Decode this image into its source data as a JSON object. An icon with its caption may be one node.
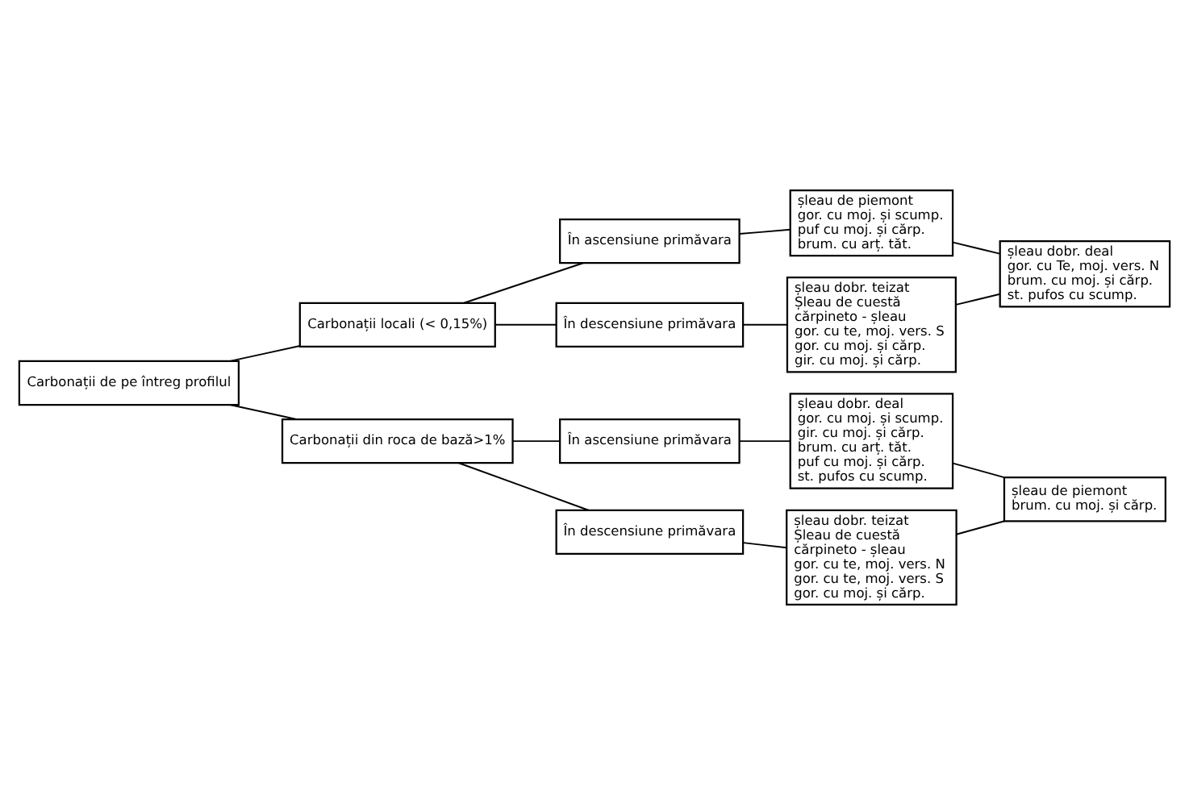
{
  "diagram": {
    "nodes": [
      {
        "text": [
          "Carbonații de pe întreg profilul"
        ]
      },
      {
        "text": [
          "Carbonații locali (< 0,15%)"
        ]
      },
      {
        "text": [
          "În ascensiune primăvara"
        ]
      },
      {
        "text": [
          "În descensiune primăvara"
        ]
      },
      {
        "text": [
          "șleau de piemont",
          "gor. cu moj. și scump.",
          "puf cu moj. și cărp.",
          "brum. cu arț. tăt."
        ]
      },
      {
        "text": [
          "șleau dobr. teizat",
          "Șleau de cuestă",
          "cărpineto - șleau",
          "gor. cu te, moj. vers. S",
          "gor. cu moj. și cărp.",
          "gir. cu moj. și cărp."
        ]
      },
      {
        "text": [
          "șleau dobr. deal",
          "gor. cu Te, moj. vers. N",
          "brum. cu moj. și cărp.",
          "st. pufos cu scump."
        ]
      },
      {
        "text": [
          "Carbonații din roca de bază>1%"
        ]
      },
      {
        "text": [
          "În ascensiune primăvara"
        ]
      },
      {
        "text": [
          "În descensiune primăvara"
        ]
      },
      {
        "text": [
          "șleau dobr. deal",
          "gor. cu moj. și scump.",
          "gir. cu moj. și cărp.",
          "brum. cu arț. tăt.",
          "puf cu moj. și cărp.",
          "st. pufos cu scump."
        ]
      },
      {
        "text": [
          "șleau dobr. teizat",
          "Șleau de cuestă",
          "cărpineto - șleau",
          "gor. cu te, moj. vers. N",
          "gor. cu te, moj. vers. S",
          "gor. cu moj. și cărp."
        ]
      },
      {
        "text": [
          "șleau de piemont",
          "brum. cu moj. și cărp."
        ]
      }
    ],
    "edges": [
      {
        "from": 0,
        "to": 1,
        "arrow": "none"
      },
      {
        "from": 0,
        "to": 7,
        "arrow": "none"
      },
      {
        "from": 1,
        "to": 2,
        "arrow": "none"
      },
      {
        "from": 1,
        "to": 3,
        "arrow": "none"
      },
      {
        "from": 2,
        "to": 4,
        "arrow": "none"
      },
      {
        "from": 3,
        "to": 5,
        "arrow": "none"
      },
      {
        "from": 4,
        "to": 6,
        "arrow": "none"
      },
      {
        "from": 5,
        "to": 6,
        "arrow": "none"
      },
      {
        "from": 7,
        "to": 8,
        "arrow": "none"
      },
      {
        "from": 7,
        "to": 9,
        "arrow": "none"
      },
      {
        "from": 8,
        "to": 10,
        "arrow": "none"
      },
      {
        "from": 9,
        "to": 11,
        "arrow": "none"
      },
      {
        "from": 10,
        "to": 12,
        "arrow": "none"
      },
      {
        "from": 11,
        "to": 12,
        "arrow": "none"
      }
    ]
  }
}
